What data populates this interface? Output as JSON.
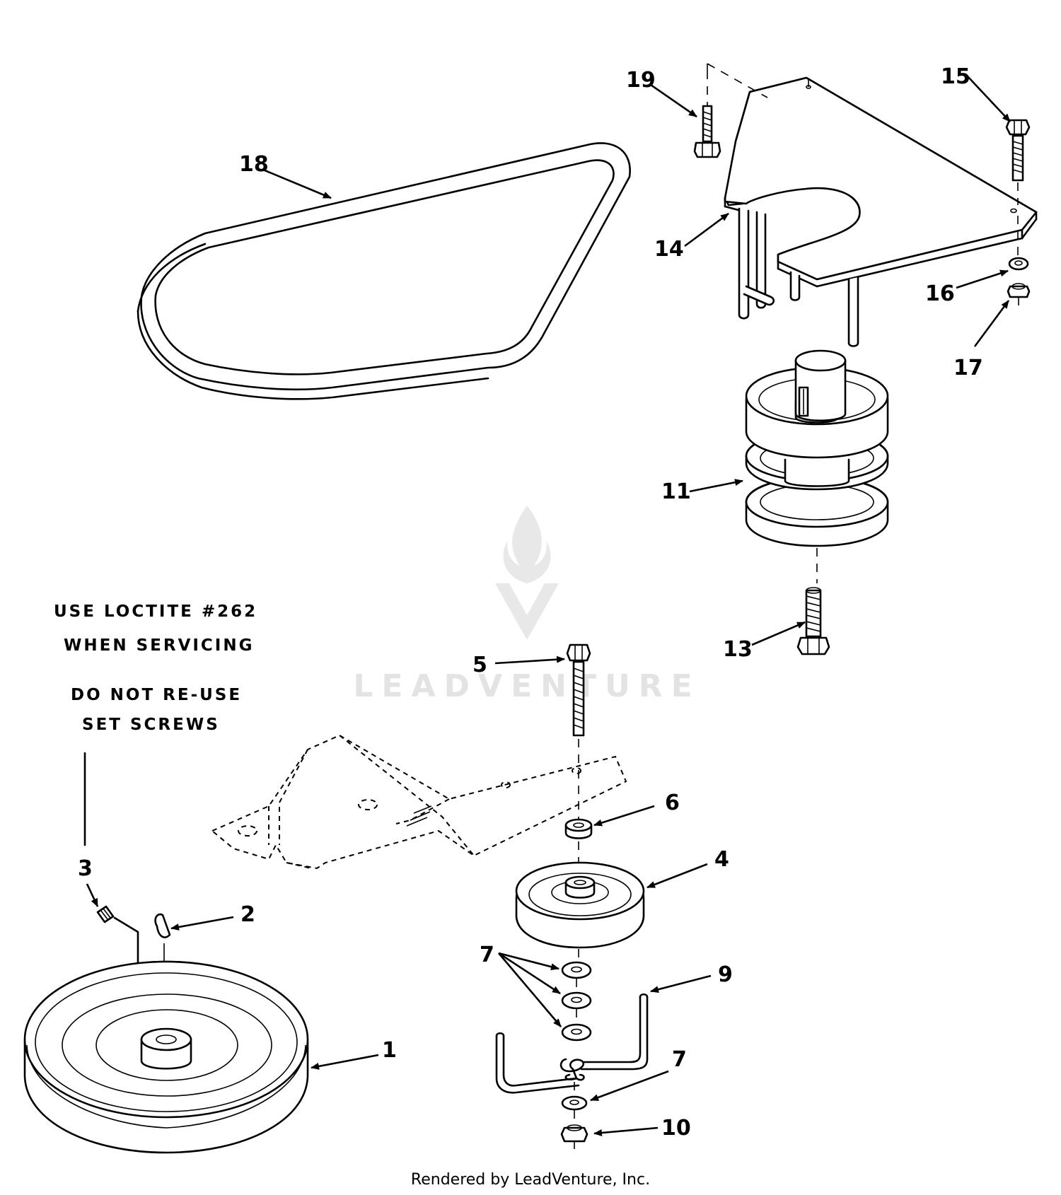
{
  "callouts": {
    "c1": "1",
    "c2": "2",
    "c3": "3",
    "c4": "4",
    "c5": "5",
    "c6": "6",
    "c7a": "7",
    "c7b": "7",
    "c9": "9",
    "c10": "10",
    "c11": "11",
    "c13": "13",
    "c14": "14",
    "c15": "15",
    "c16": "16",
    "c17": "17",
    "c18": "18",
    "c19": "19"
  },
  "notes": {
    "line1": "USE LOCTITE #262",
    "line2": "WHEN SERVICING",
    "line3": "DO NOT RE-USE",
    "line4": "SET SCREWS"
  },
  "watermark": {
    "text": "LEADVENTURE"
  },
  "footer": {
    "text": "Rendered by LeadVenture, Inc."
  }
}
